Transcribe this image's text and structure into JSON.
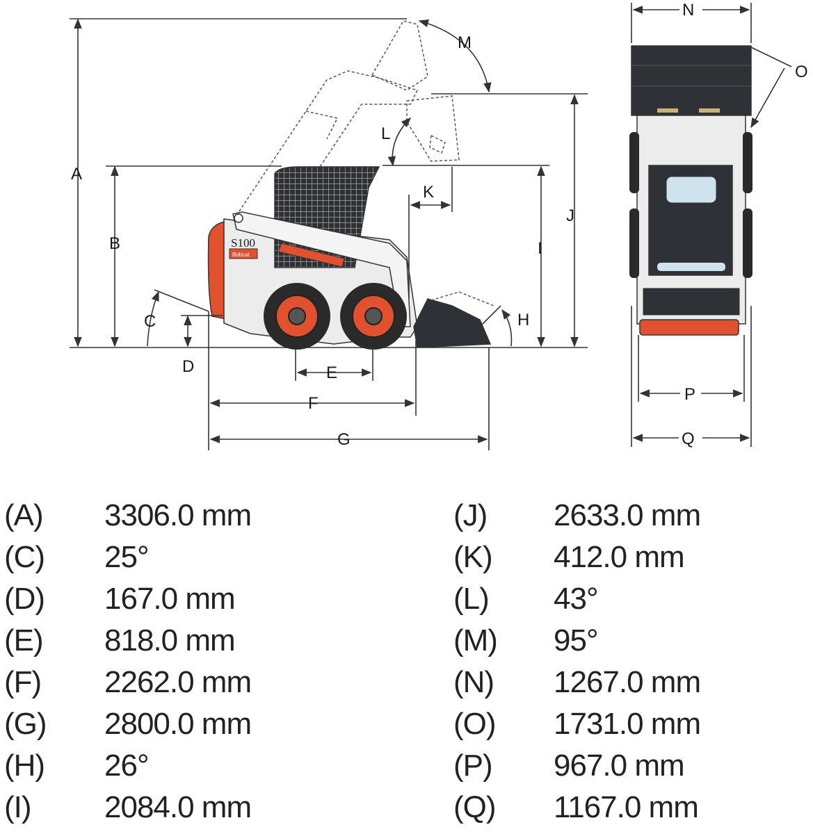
{
  "diagram": {
    "model_badge": "S100",
    "brand_badge": "Bobcat",
    "labels": {
      "A": "A",
      "B": "B",
      "C": "C",
      "D": "D",
      "E": "E",
      "F": "F",
      "G": "G",
      "H": "H",
      "I": "I",
      "J": "J",
      "K": "K",
      "L": "L",
      "M": "M",
      "N": "N",
      "O": "O",
      "P": "P",
      "Q": "Q"
    }
  },
  "specs": {
    "left": [
      {
        "code": "(A)",
        "value": "3306.0 mm"
      },
      {
        "code": "(C)",
        "value": "25°"
      },
      {
        "code": "(D)",
        "value": "167.0 mm"
      },
      {
        "code": "(E)",
        "value": "818.0 mm"
      },
      {
        "code": "(F)",
        "value": "2262.0 mm"
      },
      {
        "code": "(G)",
        "value": "2800.0 mm"
      },
      {
        "code": "(H)",
        "value": "26°"
      },
      {
        "code": "(I)",
        "value": "2084.0 mm"
      }
    ],
    "right": [
      {
        "code": "(J)",
        "value": "2633.0 mm"
      },
      {
        "code": "(K)",
        "value": "412.0 mm"
      },
      {
        "code": "(L)",
        "value": "43°"
      },
      {
        "code": "(M)",
        "value": "95°"
      },
      {
        "code": "(N)",
        "value": "1267.0 mm"
      },
      {
        "code": "(O)",
        "value": "1731.0 mm"
      },
      {
        "code": "(P)",
        "value": "967.0 mm"
      },
      {
        "code": "(Q)",
        "value": "1167.0 mm"
      }
    ]
  },
  "colors": {
    "body_red": "#e0522f",
    "frame_grey": "#ececec",
    "cab_dark": "#2e3236",
    "tire_dark": "#2a2a2a",
    "window_blue": "#cfe3ef"
  }
}
